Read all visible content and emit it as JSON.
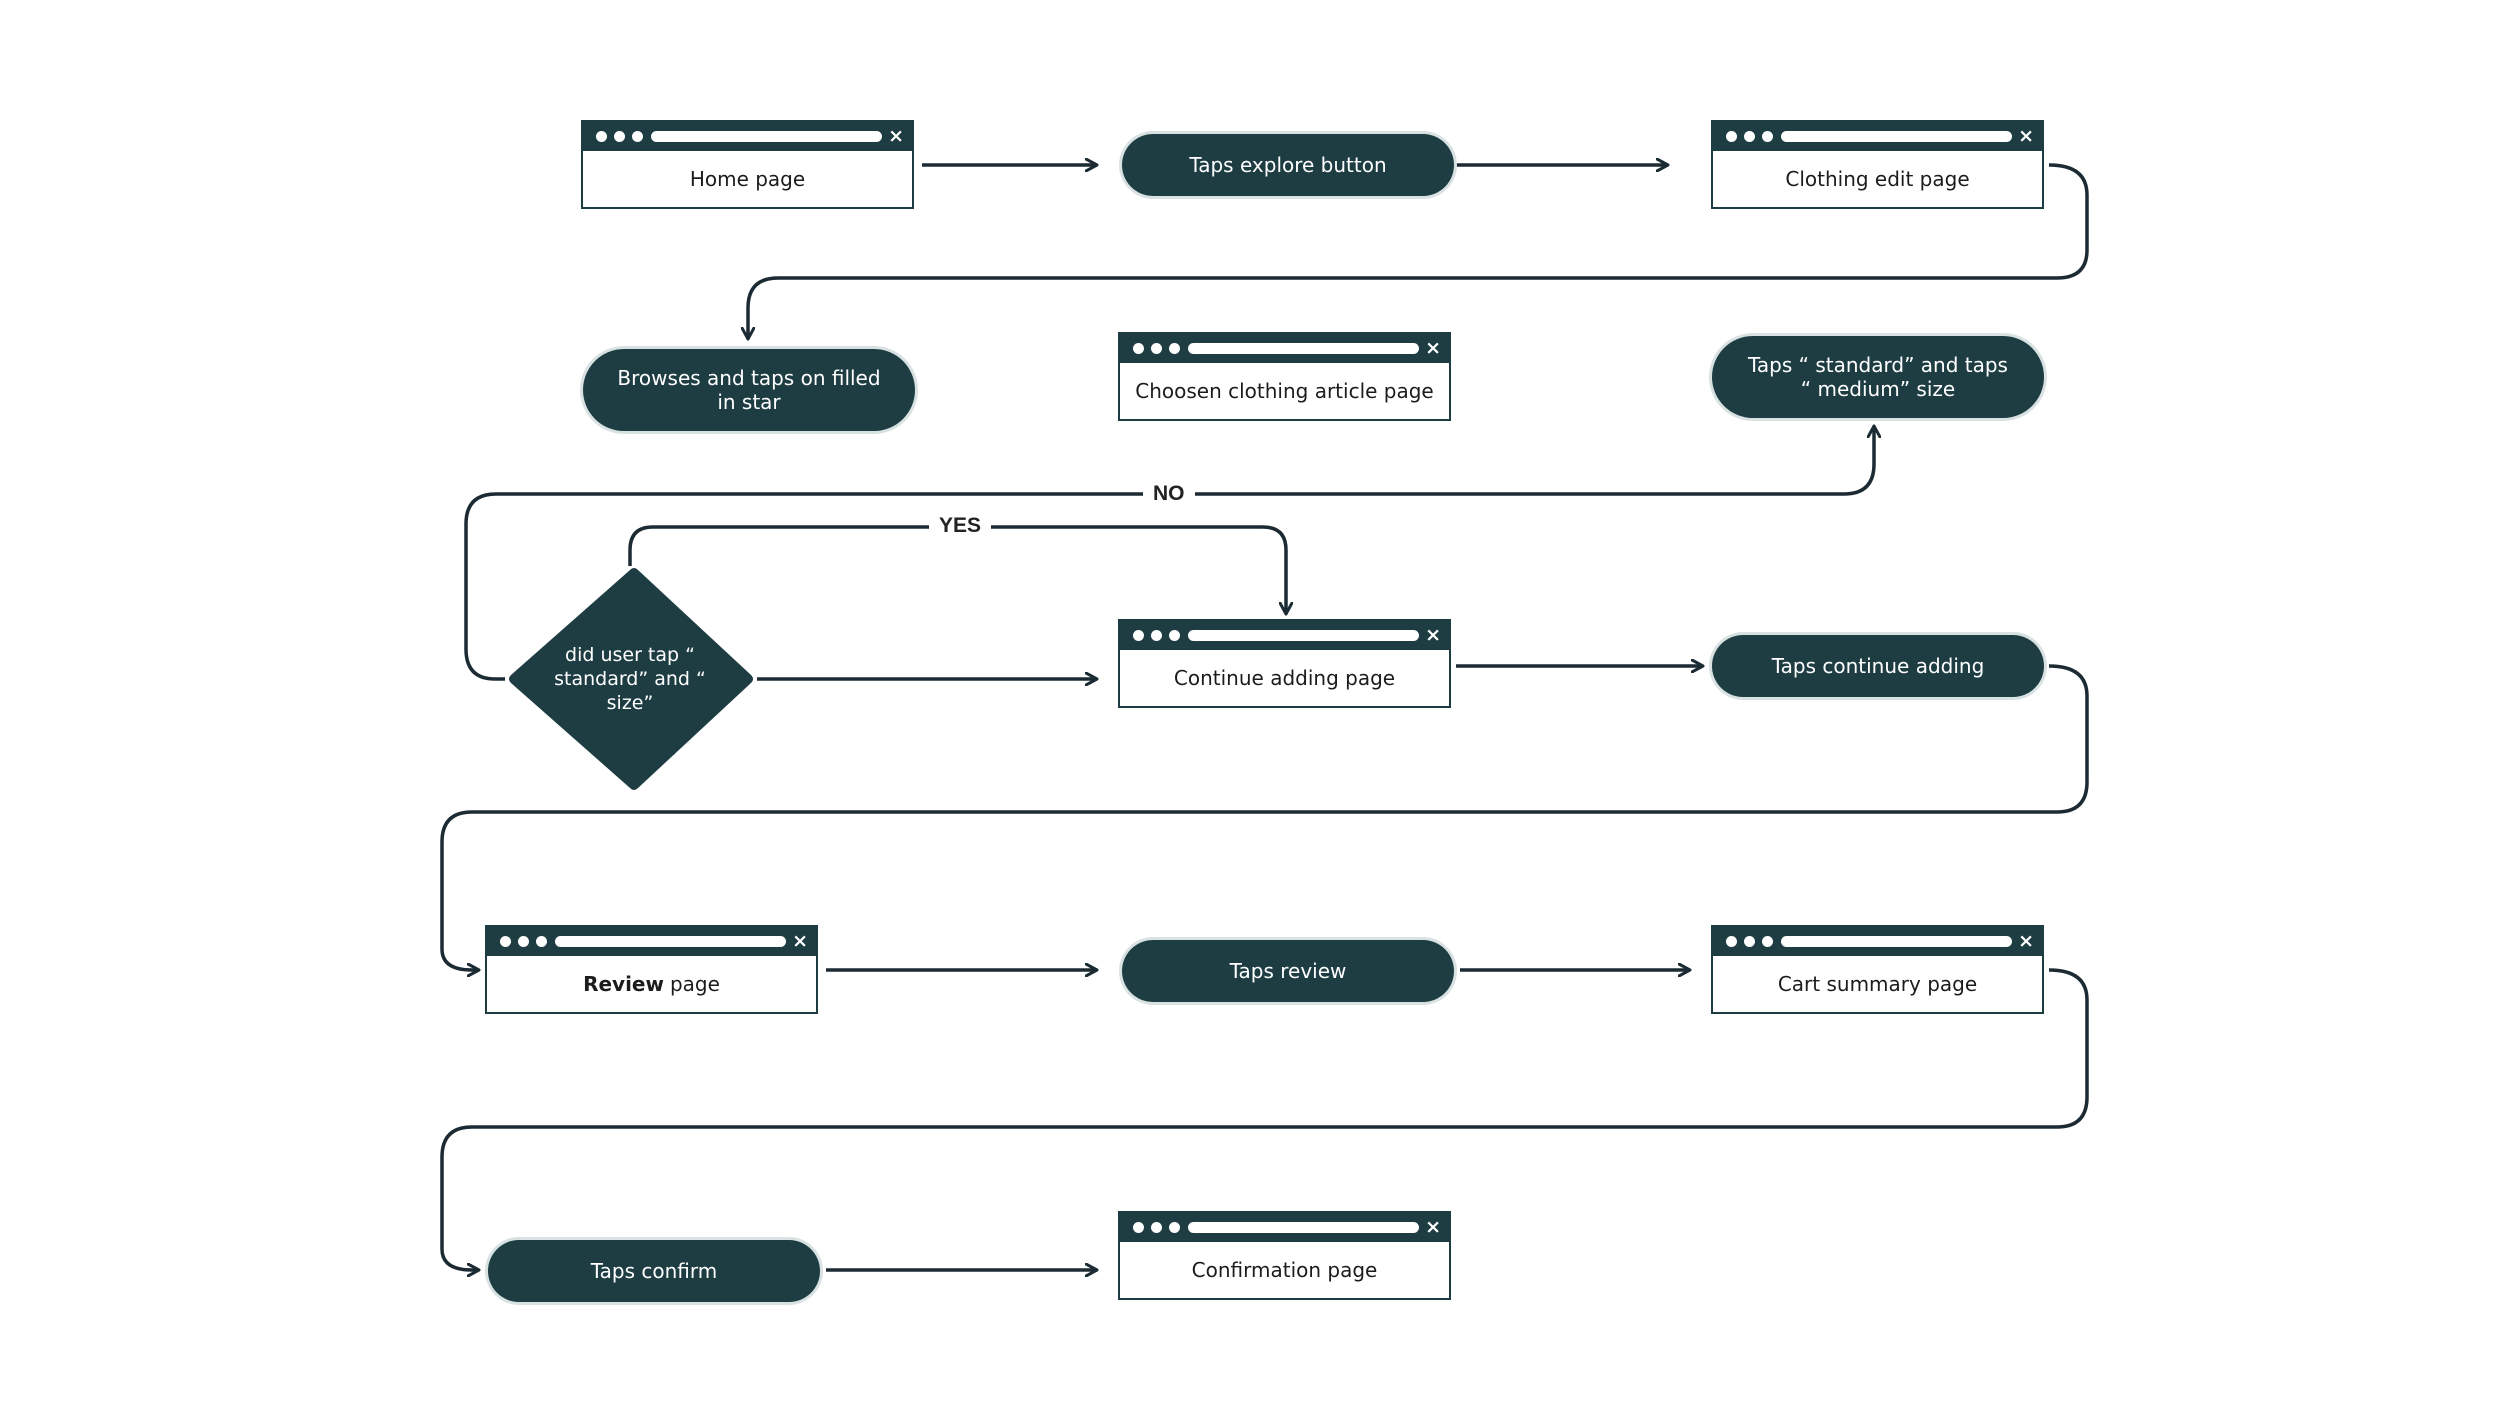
{
  "nodes": {
    "home_page": "Home page",
    "taps_explore": "Taps explore button",
    "clothing_edit": "Clothing edit page",
    "browses_star": "Browses and taps on filled in star",
    "choosen_article": "Choosen clothing article page",
    "taps_standard_medium": "Taps “ standard” and taps “ medium” size",
    "decision": "did user tap “ standard” and “ size”",
    "continue_adding_page": "Continue adding page",
    "taps_continue_adding": "Taps continue adding",
    "review_page_bold": "Review",
    "review_page_rest": "page",
    "taps_review": "Taps review",
    "cart_summary": "Cart summary page",
    "taps_confirm": "Taps confirm",
    "confirmation_page": "Confirmation page"
  },
  "edge_labels": {
    "no": "NO",
    "yes": "YES"
  },
  "icons": {
    "window_close": "×"
  },
  "colors": {
    "primary": "#1e3d43",
    "line": "#1c2b33",
    "background": "#ffffff"
  }
}
